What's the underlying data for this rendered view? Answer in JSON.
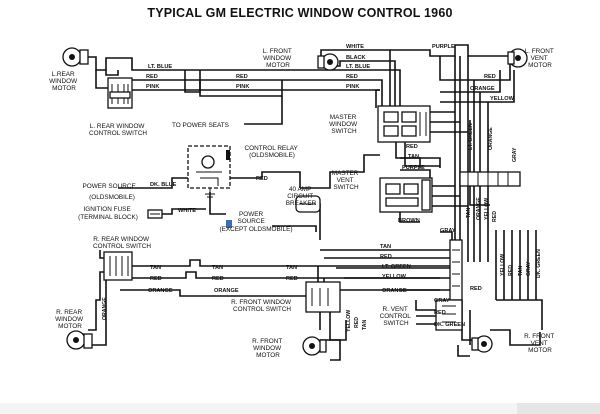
{
  "title": "TYPICAL GM ELECTRIC WINDOW CONTROL 1960",
  "components": {
    "lr_motor": [
      "L.REAR",
      "WINDOW",
      "MOTOR"
    ],
    "lf_motor": [
      "L. FRONT",
      "WINDOW",
      "MOTOR"
    ],
    "lfv_motor": [
      "L. FRONT",
      "VENT",
      "MOTOR"
    ],
    "lr_switch": [
      "L. REAR WINDOW",
      "CONTROL SWITCH"
    ],
    "power_seats": "TO POWER SEATS",
    "master_window": [
      "MASTER",
      "WINDOW",
      "SWITCH"
    ],
    "control_relay": [
      "CONTROL RELAY",
      "(OLDSMOBILE)"
    ],
    "master_vent": [
      "MASTER",
      "VENT",
      "SWITCH"
    ],
    "power_source_olds": [
      "POWER SOURCE",
      "(OLDSMOBILE)"
    ],
    "ignition_fuse": [
      "IGNITION FUSE",
      "(TERMINAL BLOCK)"
    ],
    "breaker": [
      "40 AMP",
      "CIRCUIT",
      "BREAKER"
    ],
    "power_source_except": [
      "POWER",
      "SOURCE",
      "(EXCEPT OLDSMOBILE)"
    ],
    "rr_switch": [
      "R. REAR WINDOW",
      "CONTROL SWITCH"
    ],
    "rr_motor": [
      "R. REAR",
      "WINDOW",
      "MOTOR"
    ],
    "rf_switch": [
      "R. FRONT WINDOW",
      "CONTROL SWITCH"
    ],
    "rv_switch": [
      "R. VENT",
      "CONTROL",
      "SWITCH"
    ],
    "rf_motor": [
      "R. FRONT",
      "WINDOW",
      "MOTOR"
    ],
    "rfv_motor": [
      "R. FRONT",
      "VENT",
      "MOTOR"
    ]
  },
  "wires": {
    "white": "WHITE",
    "purple": "PURPLE",
    "black": "BLACK",
    "lt_blue": "LT. BLUE",
    "red": "RED",
    "pink": "PINK",
    "orange": "ORANGE",
    "yellow": "YELLOW",
    "tan": "TAN",
    "dk_blue": "DK. BLUE",
    "brown": "BROWN",
    "gray": "GRAY",
    "lt_green": "LT. GREEN",
    "dk_green": "DK. GREEN"
  }
}
